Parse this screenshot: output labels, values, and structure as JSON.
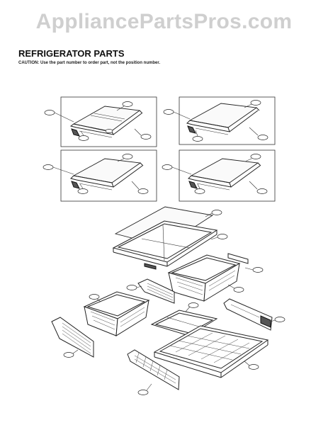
{
  "watermark": "AppliancePartsPros.com",
  "header": {
    "title": "REFRIGERATOR PARTS",
    "caution": "CAUTION: Use the part number to order part, not the position number."
  }
}
